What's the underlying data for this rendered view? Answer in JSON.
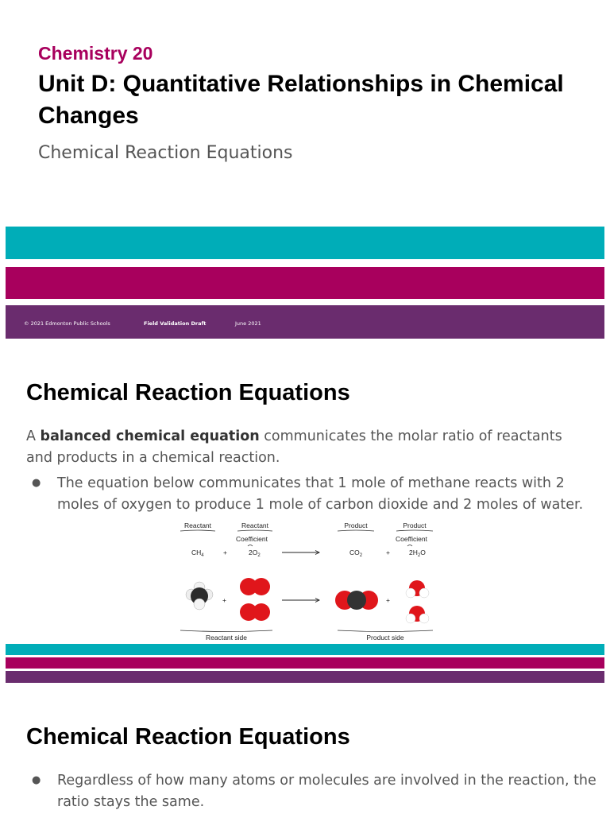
{
  "slide1": {
    "course": "Chemistry 20",
    "unit_title": "Unit D: Quantitative Relationships in Chemical Changes",
    "subtitle": "Chemical Reaction Equations",
    "footer": {
      "copyright": "© 2021 Edmonton Public Schools",
      "draft": "Field Validation Draft",
      "date": "June 2021"
    }
  },
  "slide2": {
    "heading": "Chemical Reaction Equations",
    "intro_prefix": "A ",
    "intro_bold": "balanced chemical equation",
    "intro_suffix": " communicates the molar ratio of reactants and products in a chemical reaction.",
    "bullet": "The equation below communicates that 1 mole of methane reacts with 2 moles of oxygen to produce 1 mole of carbon dioxide and 2 moles of water.",
    "diagram": {
      "label_reactant": "Reactant",
      "label_product": "Product",
      "label_coefficient": "Coefficient",
      "ch4": "CH",
      "ch4_sub": "4",
      "o2_coef": "2O",
      "o2_sub": "2",
      "co2": "CO",
      "co2_sub": "2",
      "h2o_a": "2H",
      "h2o_sub": "2",
      "h2o_b": "O",
      "plus": "+",
      "reactant_side": "Reactant side",
      "product_side": "Product side"
    }
  },
  "slide3": {
    "heading": "Chemical Reaction Equations",
    "bullet": "Regardless of how many atoms or molecules are involved in the reaction, the ratio stays the same."
  },
  "colors": {
    "teal": "#00adb8",
    "magenta": "#a8005d",
    "purple": "#6a2c6e"
  }
}
